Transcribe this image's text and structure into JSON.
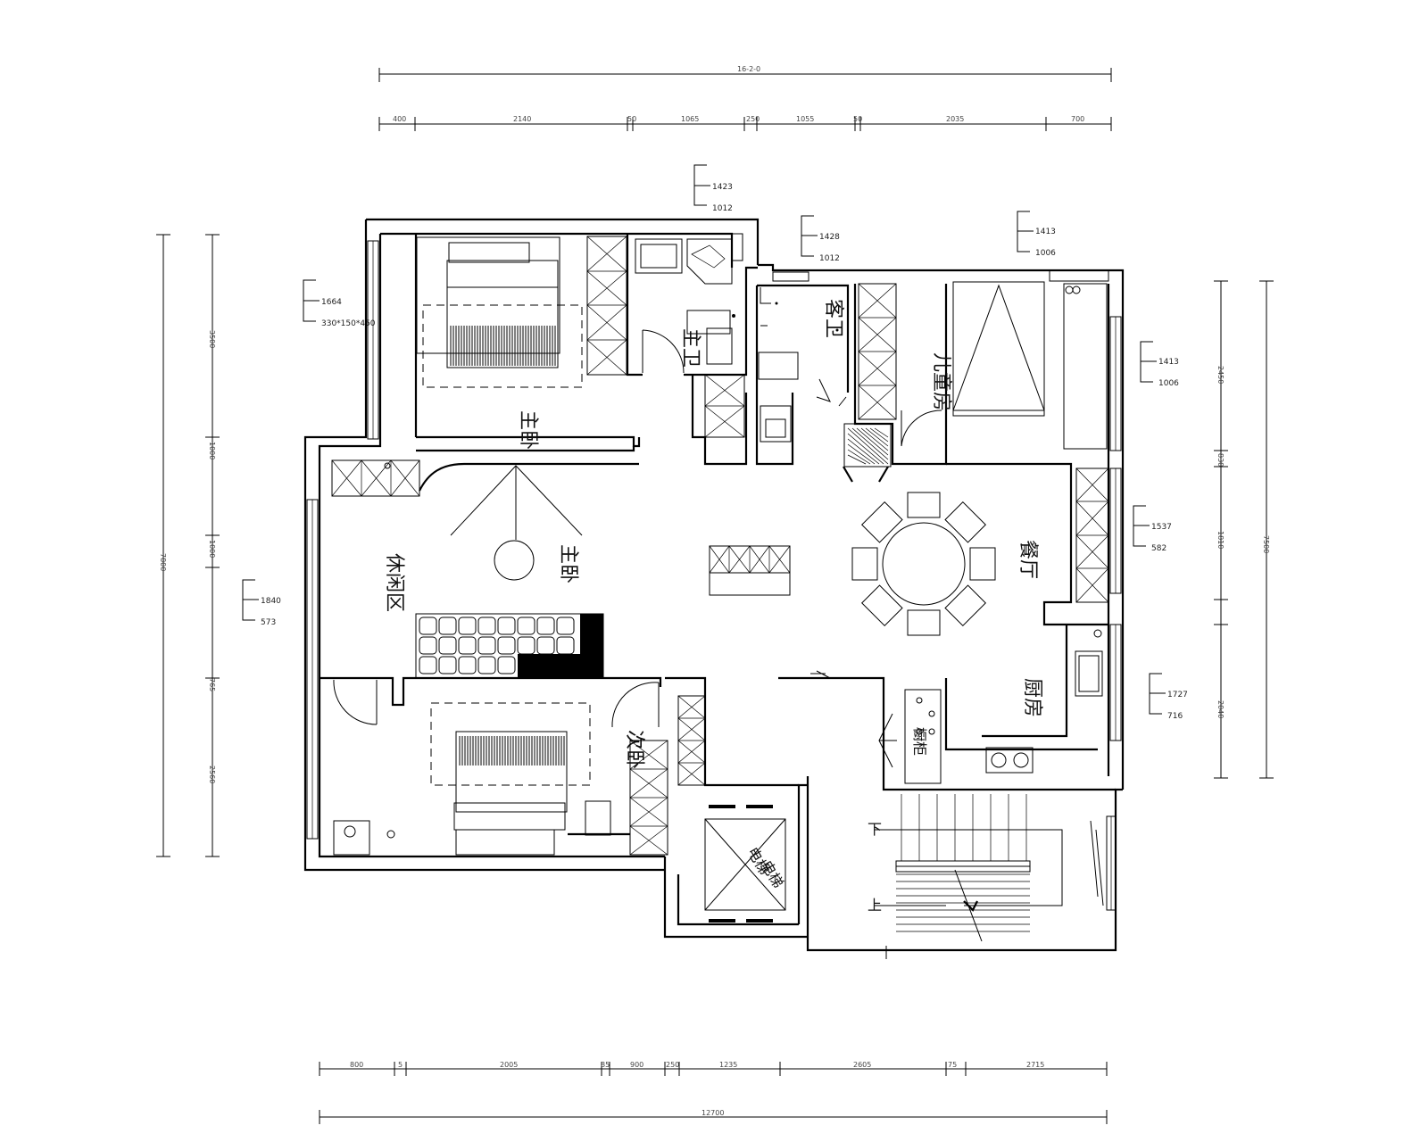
{
  "rooms": {
    "master_bedroom_north": "主卧",
    "master_bath": "主卫",
    "guest_bath": "客卫",
    "kids_room": "儿童房",
    "leisure_area": "休闲区",
    "master_bedroom_living": "主卧",
    "dining": "餐厅",
    "kitchen": "厨房",
    "second_bedroom": "次卧",
    "elevator_a": "电梯",
    "elevator_b": "电梯",
    "cabinet": "橱柜",
    "stair_down": "下",
    "stair_up": "上"
  },
  "dimensions": {
    "top_total": "16-2-0",
    "top_segments": [
      "400",
      "2140",
      "50",
      "1065",
      "250",
      "1055",
      "50",
      "2035",
      "700"
    ],
    "bottom_segments": [
      "800",
      "5",
      "2005",
      "85",
      "900",
      "250",
      "1235",
      "2605",
      "75",
      "2715"
    ],
    "bottom_total": "12700",
    "left_outer": "7800",
    "left_inner": [
      "3500",
      "1000",
      "1000",
      "765",
      "2560"
    ],
    "right_outer": "7500",
    "right_inner": [
      "2450",
      "830",
      "1810",
      "2040"
    ]
  },
  "window_tags": [
    {
      "a": "1423",
      "b": "1012"
    },
    {
      "a": "1428",
      "b": "1012"
    },
    {
      "a": "1413",
      "b": "1006"
    },
    {
      "a": "1664",
      "b": "330*150*450"
    },
    {
      "a": "1413",
      "b": "1006"
    },
    {
      "a": "1537",
      "b": "582"
    },
    {
      "a": "1840",
      "b": "573"
    },
    {
      "a": "1727",
      "b": "716"
    }
  ]
}
